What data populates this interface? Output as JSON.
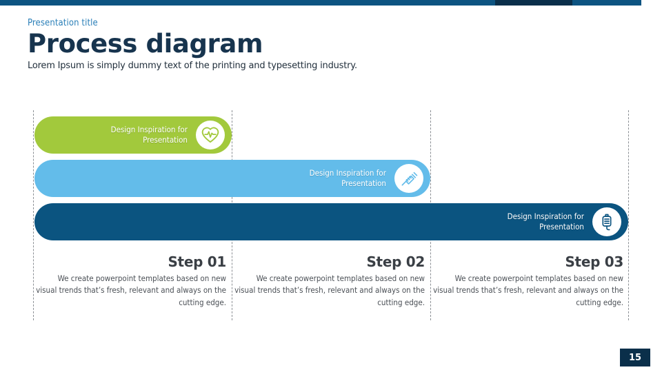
{
  "top_bar": {
    "segments": [
      {
        "name": "left",
        "color": "#0d5481"
      },
      {
        "name": "mid",
        "color": "#0a2f4a"
      },
      {
        "name": "right",
        "color": "#0d5481"
      }
    ]
  },
  "header": {
    "kicker": "Presentation title",
    "title": "Process diagram",
    "subtitle": "Lorem Ipsum is simply dummy text of the printing and typesetting industry."
  },
  "diagram": {
    "bars": [
      {
        "label": "Design Inspiration for\nPresentation",
        "color": "#a2c93c",
        "icon": "heart-pulse-icon"
      },
      {
        "label": "Design Inspiration for\nPresentation",
        "color": "#63bcea",
        "icon": "syringe-icon"
      },
      {
        "label": "Design Inspiration for\nPresentation",
        "color": "#0b5480",
        "icon": "iv-drip-icon"
      }
    ],
    "steps": [
      {
        "title": "Step 01",
        "body": "We create powerpoint templates based on new visual trends that’s fresh, relevant and always on the cutting edge."
      },
      {
        "title": "Step 02",
        "body": "We create powerpoint templates based on new visual trends that’s fresh, relevant and always on the cutting edge."
      },
      {
        "title": "Step 03",
        "body": "We create powerpoint templates based on new visual trends that’s fresh, relevant and always on the cutting edge."
      }
    ]
  },
  "footer": {
    "page_number": "15"
  }
}
